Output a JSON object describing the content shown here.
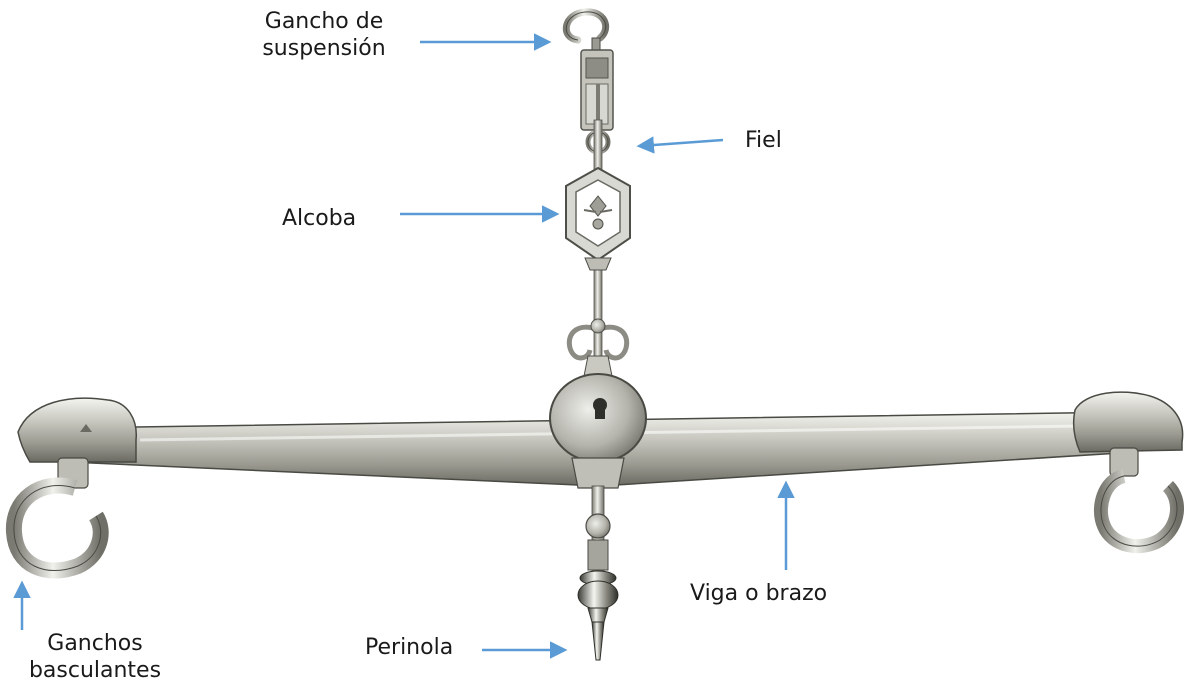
{
  "labels": {
    "gancho_suspension": [
      "Gancho de",
      "suspensión"
    ],
    "fiel": "Fiel",
    "alcoba": "Alcoba",
    "viga": "Viga o brazo",
    "perinola": "Perinola",
    "ganchos_basculantes": [
      "Ganchos",
      "basculantes"
    ]
  },
  "colors": {
    "arrow": "#5b9bd5",
    "metal_light": "#e6e6e0",
    "metal_mid": "#b9b9b1",
    "metal_dark": "#6e6e66",
    "metal_edge": "#3f3f3a"
  }
}
